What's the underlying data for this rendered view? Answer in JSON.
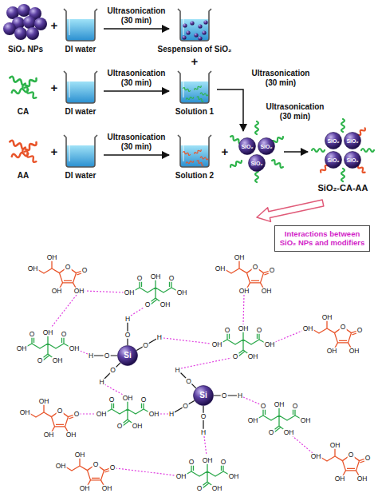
{
  "diagram": {
    "nodes": [
      {
        "text": [
          "SiO₂"
        ]
      },
      {
        "text": [
          "SiO₂"
        ]
      },
      {
        "text": [
          "SiO₂"
        ]
      },
      {
        "text": [
          "SiO₂"
        ]
      },
      {
        "text": [
          "SiO₂"
        ]
      },
      {
        "text": [
          "SiO₂"
        ]
      },
      {
        "text": [
          "SiO₂"
        ]
      },
      {
        "text": [
          "Interactions between SiO₂ NPs and modifiers"
        ]
      },
      {
        "text": [
          "Si"
        ]
      },
      {
        "text": [
          "Si"
        ]
      }
    ],
    "labels": [
      "Ultrasonication (30 min)",
      "SiO₂ NPs",
      "+",
      "DI water",
      "Sespension of SiO₂",
      "+",
      "Ultrasonication (30 min)",
      "Ultrasonication (30 min)",
      "CA",
      "+",
      "DI water",
      "Solution 1",
      "Ultrasonication (30 min)",
      "Ultrasonication (30 min)",
      "AA",
      "+",
      "DI water",
      "Solution 2",
      "+",
      "SiO₂-CA-AA",
      "O",
      "H",
      "O",
      "H",
      "O",
      "H",
      "O",
      "H",
      "O",
      "H",
      "O",
      "H",
      "O",
      "H",
      "O",
      "H",
      "O",
      "O",
      "OH",
      "OH",
      "OH",
      "OH",
      "OH",
      "O",
      "OH",
      "O",
      "OH",
      "O",
      "OH",
      "O",
      "O",
      "OH",
      "OH",
      "OH",
      "OH",
      "OH",
      "O",
      "OH",
      "O",
      "OH",
      "O",
      "OH",
      "OH",
      "O",
      "OH",
      "O",
      "OH",
      "O",
      "OH",
      "O",
      "O",
      "OH",
      "OH",
      "OH",
      "OH",
      "O",
      "O",
      "OH",
      "OH",
      "OH",
      "OH",
      "OH",
      "O",
      "OH",
      "O",
      "OH",
      "O",
      "OH",
      "OH",
      "O",
      "OH",
      "O",
      "OH",
      "O",
      "OH",
      "O",
      "O",
      "OH",
      "OH",
      "OH",
      "OH",
      "O",
      "O",
      "OH",
      "OH",
      "OH",
      "OH",
      "OH",
      "O",
      "OH",
      "O",
      "OH",
      "O",
      "OH"
    ]
  }
}
